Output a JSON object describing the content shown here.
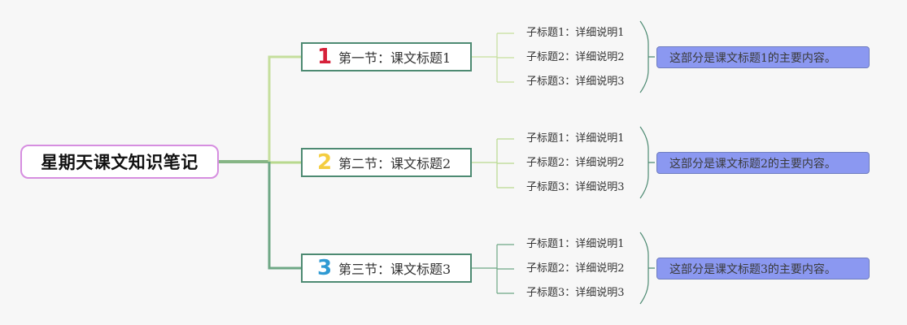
{
  "root": {
    "title": "星期天课文知识笔记",
    "border_color": "#d68ee0"
  },
  "sections": [
    {
      "number": "1",
      "number_color": "#d6213a",
      "title": "第一节：课文标题1",
      "branch_color": "#c5df9d",
      "subtopics": [
        "子标题1：详细说明1",
        "子标题2：详细说明2",
        "子标题3：详细说明3"
      ],
      "summary": "这部分是课文标题1的主要内容。"
    },
    {
      "number": "2",
      "number_color": "#f4cd40",
      "title": "第二节：课文标题2",
      "branch_color": "#b8d98e",
      "subtopics": [
        "子标题1：详细说明1",
        "子标题2：详细说明2",
        "子标题3：详细说明3"
      ],
      "summary": "这部分是课文标题2的主要内容。"
    },
    {
      "number": "3",
      "number_color": "#2f9ad3",
      "title": "第三节：课文标题3",
      "branch_color": "#6ea785",
      "subtopics": [
        "子标题1：详细说明1",
        "子标题2：详细说明2",
        "子标题3：详细说明3"
      ],
      "summary": "这部分是课文标题3的主要内容。"
    }
  ],
  "colors": {
    "background": "#f7f7f7",
    "section_border": "#4d8a72",
    "summary_fill": "#8b98f1",
    "summary_brace": "#4d8a72"
  }
}
